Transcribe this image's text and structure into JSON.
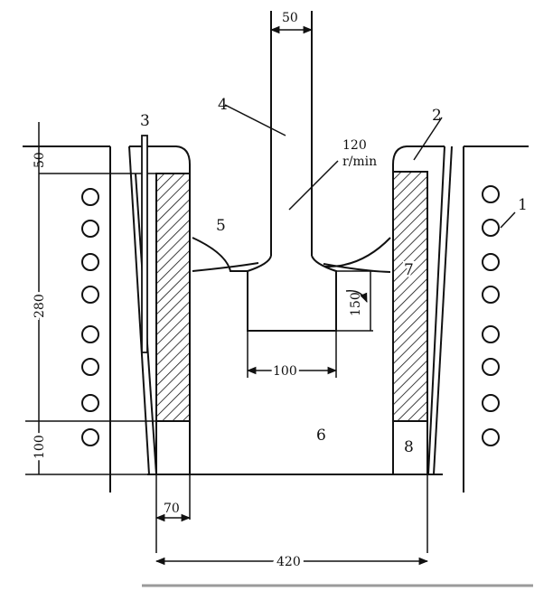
{
  "labels": {
    "part_1": "1",
    "part_2": "2",
    "part_3": "3",
    "part_4": "4",
    "part_5": "5",
    "part_6": "6",
    "part_7": "7",
    "part_8": "8"
  },
  "dimensions": {
    "shaft_width": "50",
    "speed_value": "120",
    "speed_unit": "r/min",
    "top_rim": "50",
    "lining_height": "280",
    "bottom_height": "100",
    "impeller_depth": "150",
    "impeller_width": "100",
    "wall_thickness": "70",
    "crucible_width": "420"
  },
  "colors": {
    "ink": "#111111",
    "baseline": "#9a9a9a"
  }
}
